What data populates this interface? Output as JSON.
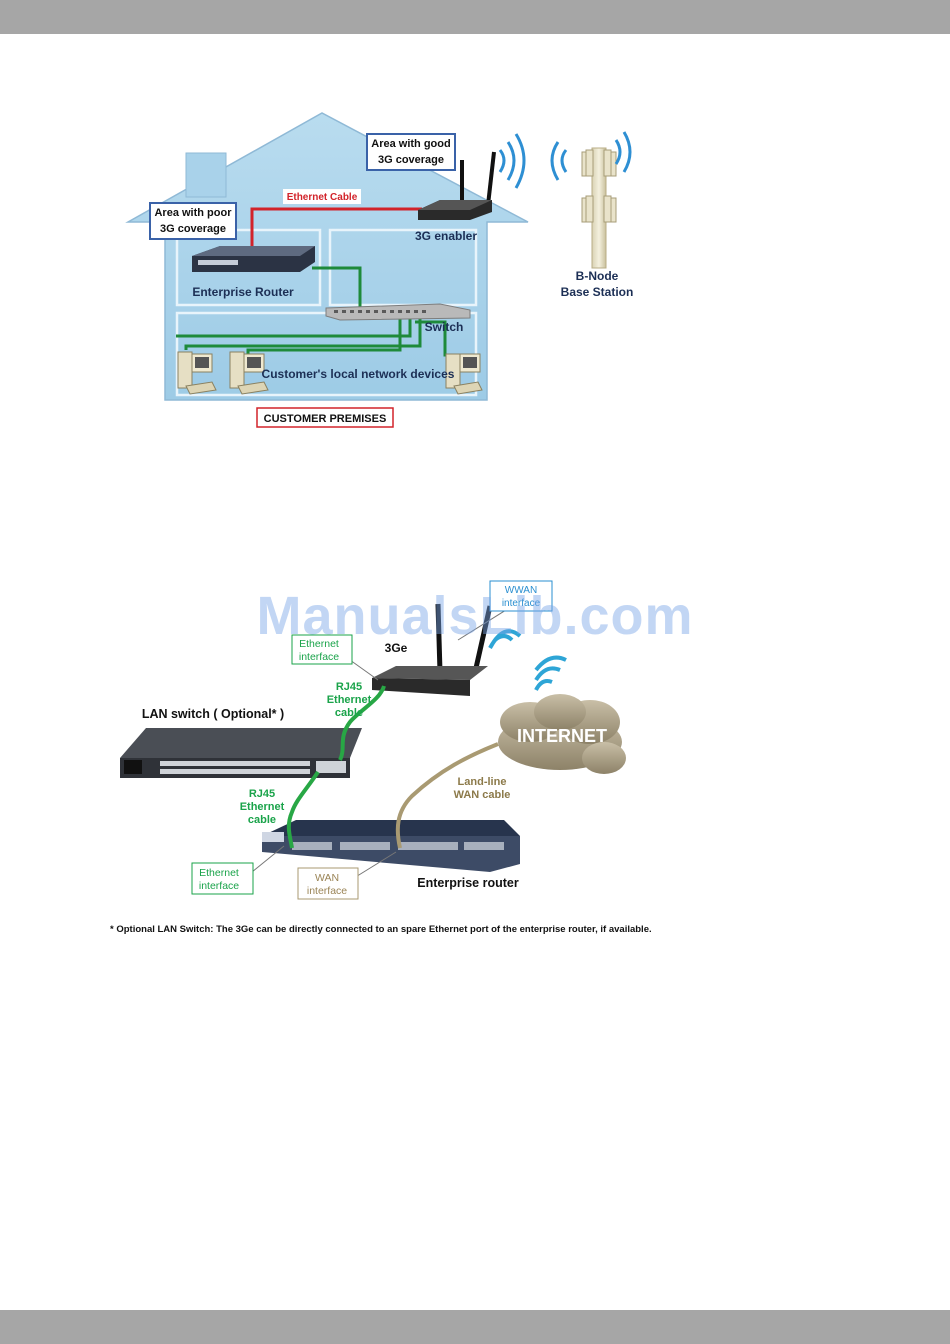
{
  "diagram1": {
    "callout_good": [
      "Area with good",
      "3G coverage"
    ],
    "callout_poor": [
      "Area with poor",
      "3G coverage"
    ],
    "ethernet_cable": "Ethernet Cable",
    "enabler": "3G enabler",
    "router": "Enterprise Router",
    "switch": "Switch",
    "devices": "Customer's local network devices",
    "premises": "CUSTOMER PREMISES",
    "bnode": [
      "B-Node",
      "Base Station"
    ]
  },
  "diagram2": {
    "wwan": [
      "WWAN",
      "interface"
    ],
    "eth_top": [
      "Ethernet",
      "interface"
    ],
    "device_3ge": "3Ge",
    "rj45_top": [
      "RJ45",
      "Ethernet",
      "cable"
    ],
    "lan_switch": "LAN switch ( Optional* )",
    "internet": "INTERNET",
    "landline": [
      "Land-line",
      "WAN cable"
    ],
    "rj45_bottom": [
      "RJ45",
      "Ethernet",
      "cable"
    ],
    "eth_bottom": [
      "Ethernet",
      "interface"
    ],
    "wan_iface": [
      "WAN",
      "interface"
    ],
    "ent_router": "Enterprise router"
  },
  "footnote": "* Optional LAN Switch: The 3Ge can be directly connected to an spare Ethernet port of the enterprise router, if available.",
  "watermark": "ManualsLib.com"
}
